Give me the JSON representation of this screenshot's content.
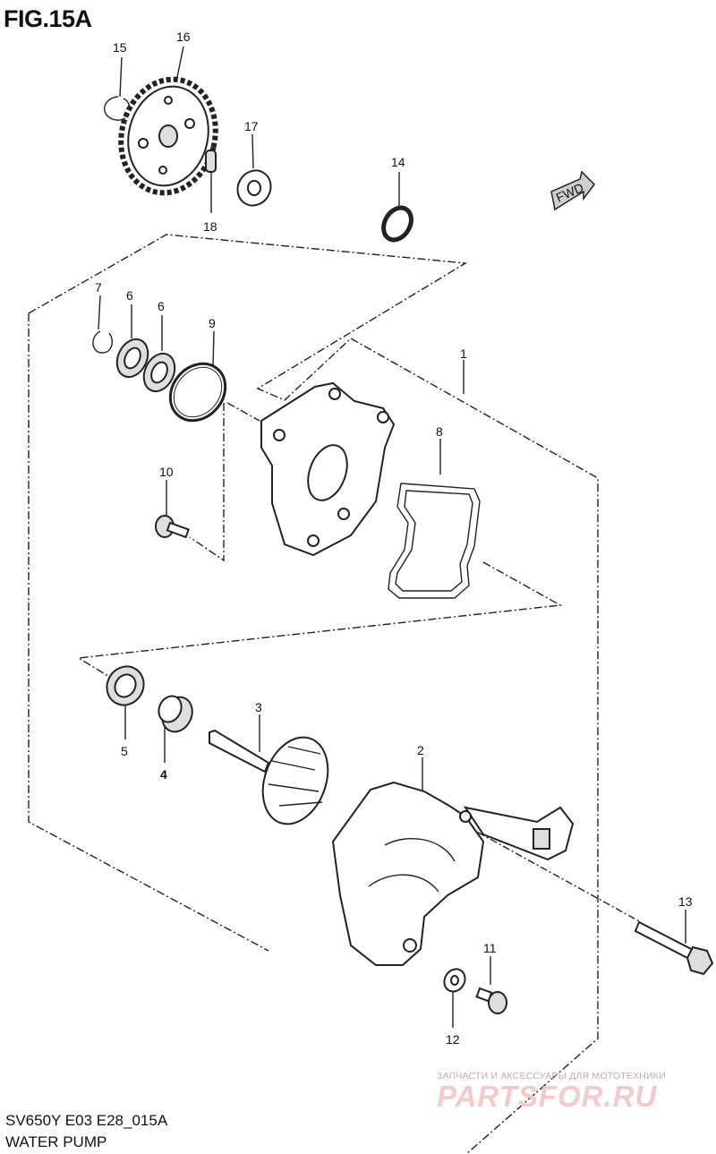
{
  "figure": {
    "title": "FIG.15A",
    "model_code": "SV650Y E03 E28_015A",
    "name": "WATER PUMP",
    "direction_badge": "FWD"
  },
  "callouts": [
    "1",
    "2",
    "3",
    "4",
    "5",
    "6",
    "6",
    "7",
    "8",
    "9",
    "10",
    "11",
    "12",
    "13",
    "14",
    "15",
    "16",
    "17",
    "18"
  ],
  "watermark": {
    "tagline": "ЗАПЧАСТИ И АКСЕССУАРЫ ДЛЯ МОТОТЕХНИКИ",
    "brand": "PARTSFOR.RU"
  }
}
